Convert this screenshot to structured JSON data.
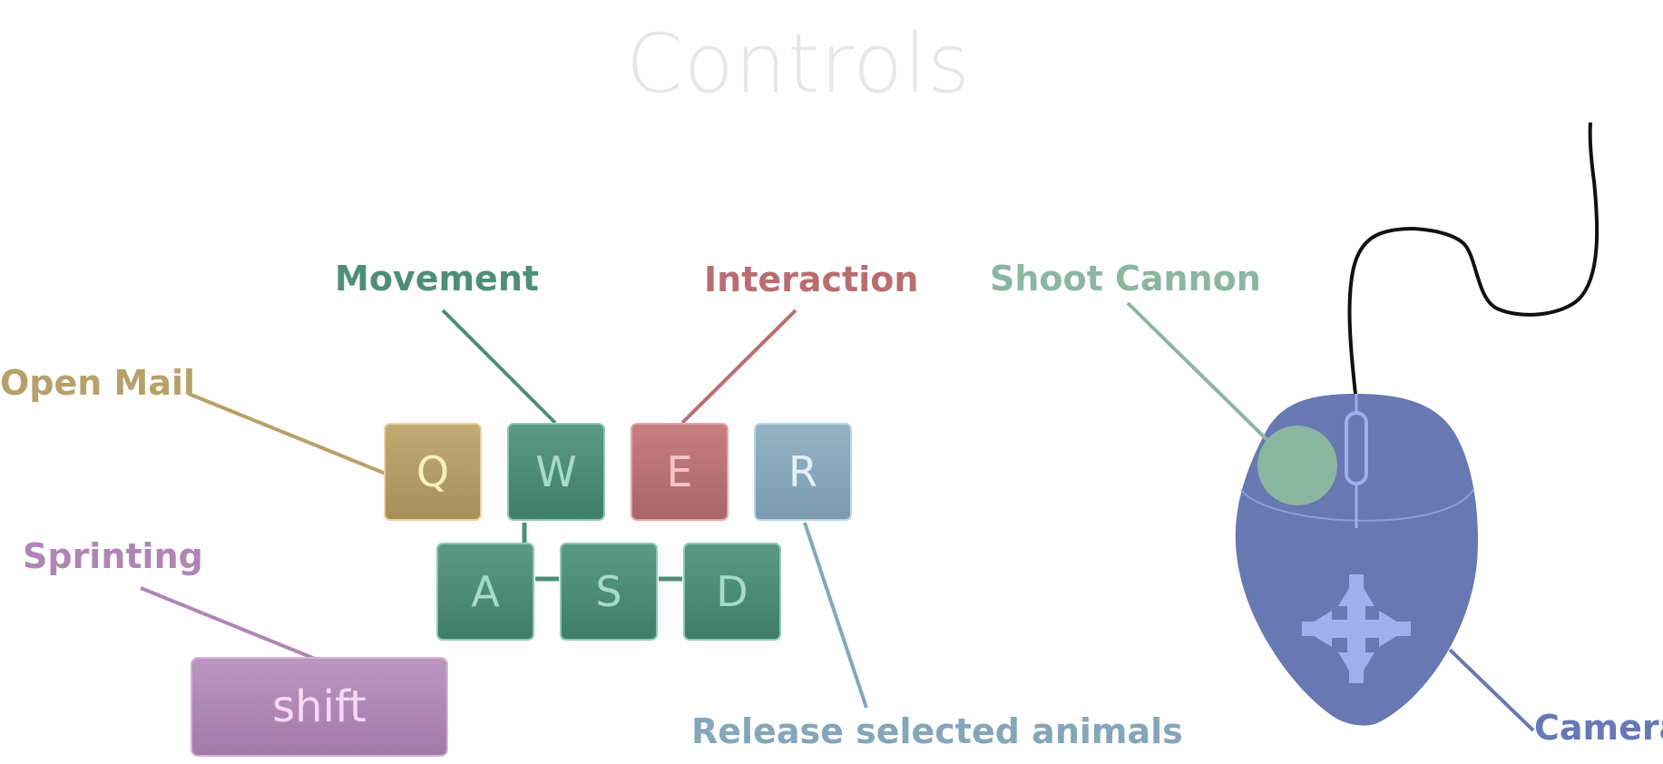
{
  "title": "Controls",
  "labels": {
    "open_mail": "Open Mail",
    "movement": "Movement",
    "interaction": "Interaction",
    "sprinting": "Sprinting",
    "release": "Release selected animals",
    "shoot_cannon": "Shoot Cannon",
    "camera": "Camera"
  },
  "keys": {
    "q": "Q",
    "w": "W",
    "e": "E",
    "r": "R",
    "a": "A",
    "s": "S",
    "d": "D",
    "shift": "shift"
  },
  "colors": {
    "open_mail": "#b8a06a",
    "movement": "#4f8e79",
    "interaction": "#b86e70",
    "sprinting": "#b085b6",
    "release": "#84a6b8",
    "shoot_cannon": "#8bb69f",
    "camera": "#6778b3",
    "mouse_body": "#6778b3",
    "mouse_accent": "#9eb0ee",
    "title": "#e6e6e6"
  },
  "icons": {
    "mouse": "computer-mouse-icon",
    "camera_move": "four-way-arrow-icon"
  }
}
